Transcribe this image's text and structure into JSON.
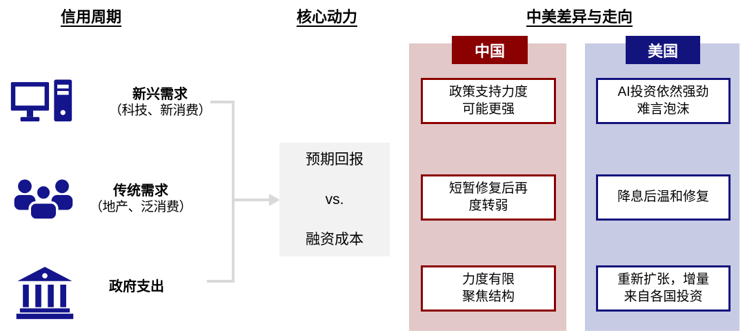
{
  "headers": {
    "credit_cycle": "信用周期",
    "core_driver": "核心动力",
    "china_us": "中美差异与走向"
  },
  "credit_cycle_items": [
    {
      "icon": "computer-icon",
      "title": "新兴需求",
      "subtitle": "（科技、新消费）"
    },
    {
      "icon": "people-icon",
      "title": "传统需求",
      "subtitle": "（地产、泛消费）"
    },
    {
      "icon": "bank-icon",
      "title": "政府支出",
      "subtitle": ""
    }
  ],
  "core_driver_box": {
    "line1": "预期回报",
    "line2": "vs.",
    "line3": "融资成本"
  },
  "china_column": {
    "label": "中国",
    "boxes": [
      {
        "line1": "政策支持力度",
        "line2": "可能更强"
      },
      {
        "line1": "短暂修复后再",
        "line2": "度转弱"
      },
      {
        "line1": "力度有限",
        "line2": "聚焦结构"
      }
    ]
  },
  "us_column": {
    "label": "美国",
    "boxes": [
      {
        "line1": "AI投资依然强劲",
        "line2": "难言泡沫"
      },
      {
        "line1": "降息后温和修复",
        "line2": ""
      },
      {
        "line1": "重新扩张，增量",
        "line2": "来自各国投资"
      }
    ]
  },
  "colors": {
    "icon_navy": "#14148C",
    "china_accent": "#8B0000",
    "us_accent": "#13137E",
    "china_bg": "#E2C8C8",
    "us_bg": "#C7CBE4",
    "core_box_bg": "#F2F2F2",
    "connector_gray": "#D9D9D9"
  }
}
